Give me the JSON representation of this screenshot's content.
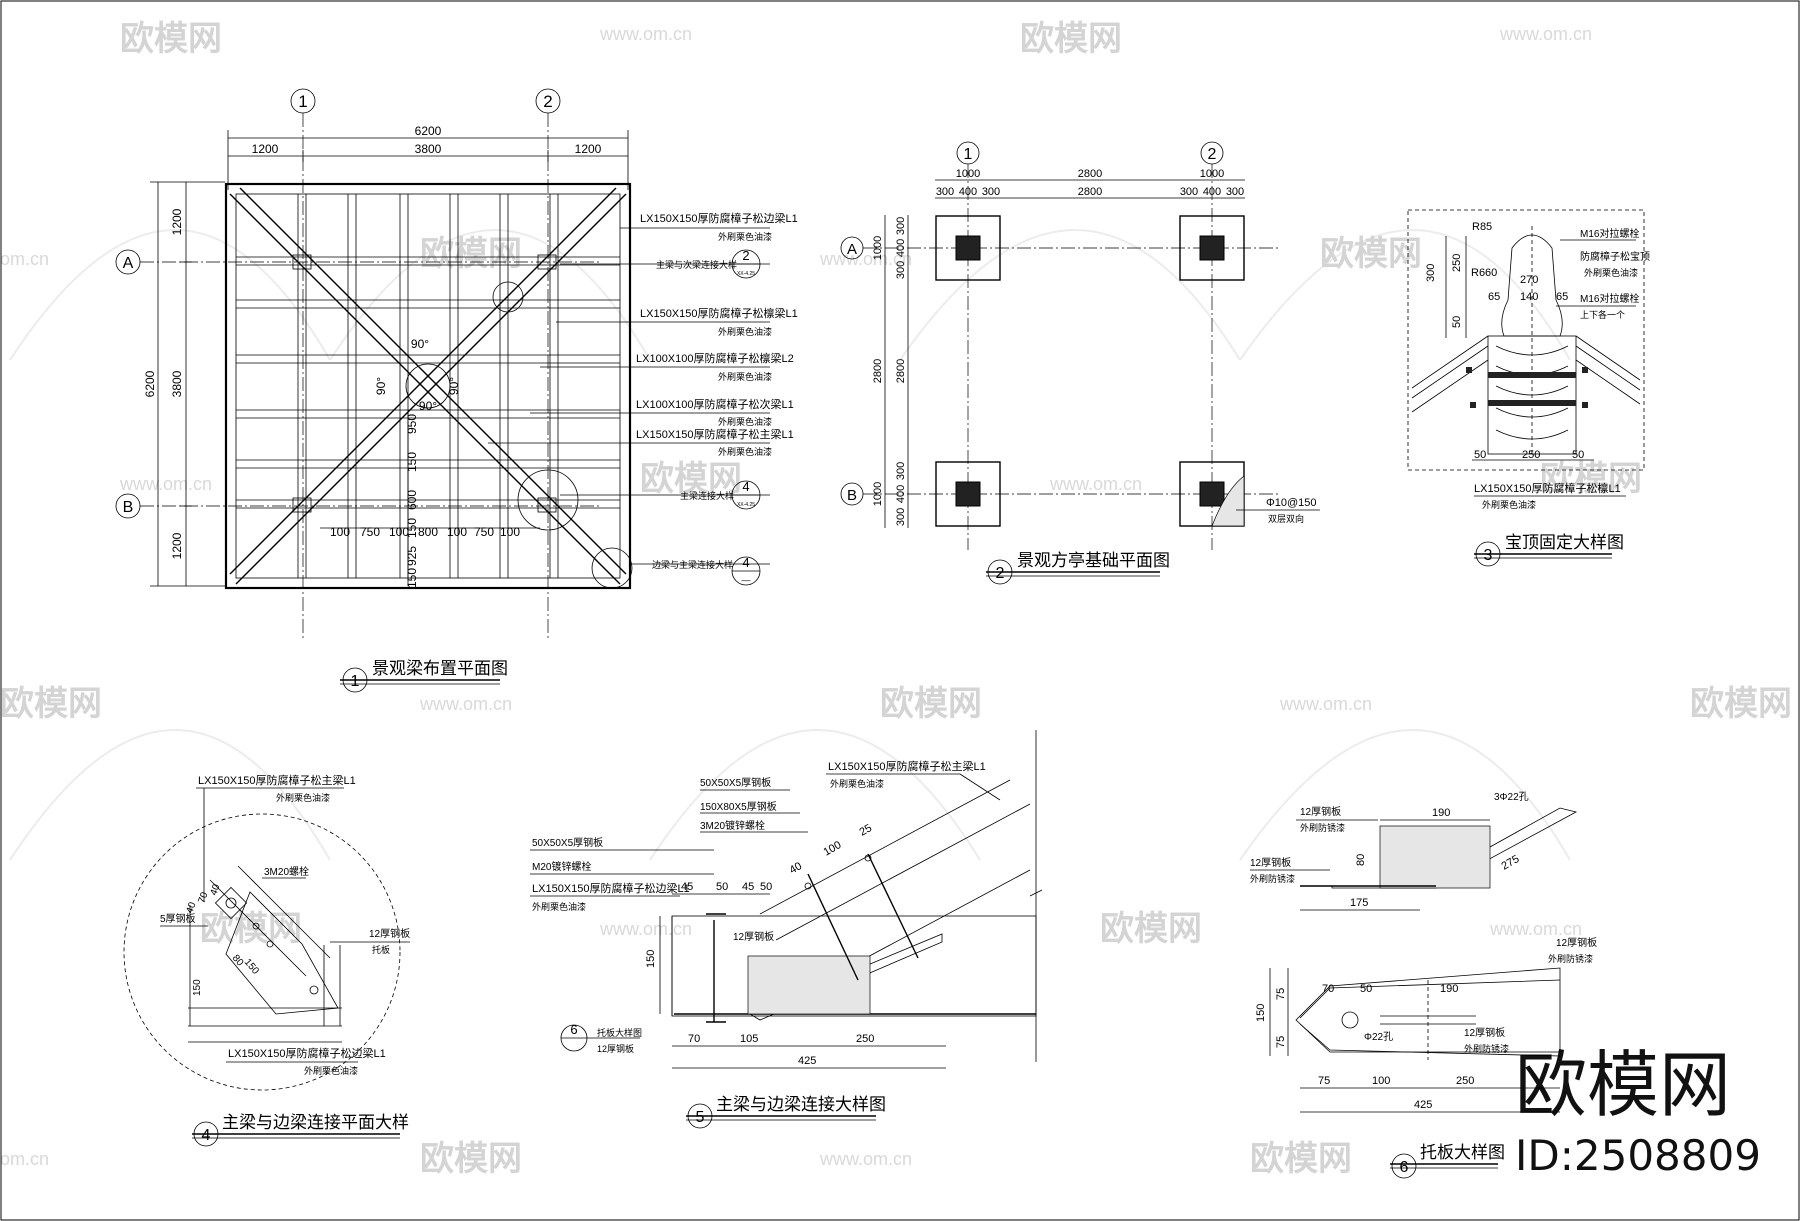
{
  "watermarks": {
    "brand": "欧模网",
    "url": "www.om.cn",
    "url_short": "om.cn",
    "id_label": "ID:2508809"
  },
  "drawing1": {
    "title": "景观梁布置平面图",
    "num": "1",
    "axis_labels": [
      "1",
      "2",
      "A",
      "B"
    ],
    "dims_top_total": "6200",
    "dims_top": [
      "1200",
      "3800",
      "1200"
    ],
    "dims_left_total": "6200",
    "dims_left": [
      "1200",
      "3800",
      "1200"
    ],
    "angles": [
      "90°",
      "90°",
      "90°",
      "90°"
    ],
    "dims_inner_h": [
      "100",
      "750",
      "100",
      "800",
      "100",
      "750",
      "100"
    ],
    "dims_inner_v": [
      "950",
      "150",
      "600",
      "150",
      "925",
      "150"
    ],
    "notes": [
      {
        "label": "LX150X150厚防腐樟子松边梁L1",
        "sub": "外刷栗色油漆"
      },
      {
        "label": "主梁与次梁连接大样",
        "sub": ""
      },
      {
        "label": "LX150X150厚防腐樟子松檩梁L1",
        "sub": "外刷栗色油漆"
      },
      {
        "label": "LX100X100厚防腐樟子松檩梁L2",
        "sub": "外刷栗色油漆"
      },
      {
        "label": "LX100X100厚防腐樟子松次梁L1",
        "sub": "外刷栗色油漆"
      },
      {
        "label": "LX150X150厚防腐樟子松主梁L1",
        "sub": "外刷栗色油漆"
      },
      {
        "label": "主梁连接大样",
        "sub": ""
      },
      {
        "label": "边梁与主梁连接大样",
        "sub": ""
      }
    ],
    "callouts": [
      "2",
      "4",
      "4"
    ],
    "callout_sub": [
      "XX-4.25",
      "XX-4.25",
      "—"
    ]
  },
  "drawing2": {
    "title": "景观方亭基础平面图",
    "num": "2",
    "axis_labels": [
      "1",
      "2",
      "A",
      "B"
    ],
    "dims_top_a": [
      "1000",
      "2800",
      "1000"
    ],
    "dims_top_b": [
      "300",
      "400",
      "300",
      "2800",
      "300",
      "400",
      "300"
    ],
    "dims_left": [
      "300",
      "400",
      "300",
      "1000",
      "2800",
      "2800",
      "300",
      "400",
      "300",
      "1000"
    ],
    "rebar": "Φ10@150",
    "rebar_sub": "双层双向"
  },
  "drawing3": {
    "title": "宝顶固定大样图",
    "num": "3",
    "dims": [
      "R85",
      "R660",
      "300",
      "250",
      "50",
      "65",
      "140",
      "65",
      "270",
      "50",
      "250",
      "50"
    ],
    "notes": [
      "M16对拉螺栓",
      "防腐樟子松宝顶",
      "外刷栗色油漆",
      "M16对拉螺栓",
      "上下各一个"
    ],
    "bottom_note": "LX150X150厚防腐樟子松檩L1",
    "bottom_sub": "外刷栗色油漆"
  },
  "drawing4": {
    "title": "主梁与边梁连接平面大样",
    "num": "4",
    "top_note": "LX150X150厚防腐樟子松主梁L1",
    "top_sub": "外刷栗色油漆",
    "bolt": "3M20螺栓",
    "plate5": "5厚钢板",
    "plate12": "12厚钢板",
    "plate12_sub": "托板",
    "dims": [
      "40",
      "70",
      "40",
      "80",
      "150",
      "150"
    ],
    "bottom_note": "LX150X150厚防腐樟子松边梁L1",
    "bottom_sub": "外刷栗色油漆"
  },
  "drawing5": {
    "title": "主梁与边梁连接大样图",
    "num": "5",
    "notes_top": [
      "LX150X150厚防腐樟子松主梁L1",
      "外刷栗色油漆",
      "50X50X5厚钢板",
      "150X80X5厚钢板",
      "3M20镀锌螺栓"
    ],
    "notes_left": [
      "50X50X5厚钢板",
      "M20镀锌螺栓",
      "LX150X150厚防腐樟子松边梁L1",
      "外刷栗色油漆"
    ],
    "plate12": "12厚钢板",
    "tuoban": "托板大样图",
    "tuoban_sub": "12厚钢板",
    "callout": "6",
    "dims_top": [
      "45",
      "50",
      "45",
      "50"
    ],
    "dims_slope": [
      "40",
      "100",
      "25"
    ],
    "dims_bottom": [
      "70",
      "105",
      "250"
    ],
    "dim_total": "425",
    "dim_v": "150"
  },
  "drawing6": {
    "title": "托板大样图",
    "num": "6",
    "notes": [
      "12厚钢板",
      "外刷防锈漆",
      "12厚钢板",
      "外刷防锈漆",
      "3Φ22孔",
      "12厚钢板",
      "外刷防锈漆",
      "12厚钢板",
      "外刷防锈漆"
    ],
    "hole": "Φ22孔",
    "dims_a": [
      "190",
      "80",
      "275",
      "175"
    ],
    "dims_b": [
      "70",
      "50",
      "190",
      "75",
      "75",
      "150",
      "75",
      "100",
      "250",
      "425"
    ]
  }
}
